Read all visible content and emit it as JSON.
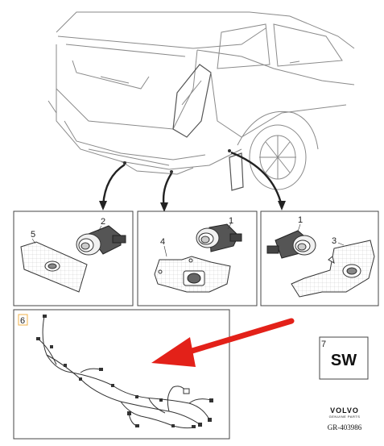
{
  "callouts": {
    "p1a": "1",
    "p1b": "1",
    "p2": "2",
    "p3": "3",
    "p4": "4",
    "p5": "5",
    "p6": "6",
    "p7": "7"
  },
  "variant_box": {
    "text": "SW"
  },
  "brand": {
    "name": "VOLVO",
    "subtitle": "GENUINE PARTS"
  },
  "diagram_code": "GR-403986",
  "colors": {
    "arrow": "#e32119",
    "line": "#222222",
    "panel_border": "#444444",
    "callout_6_border": "#f0b24a"
  }
}
